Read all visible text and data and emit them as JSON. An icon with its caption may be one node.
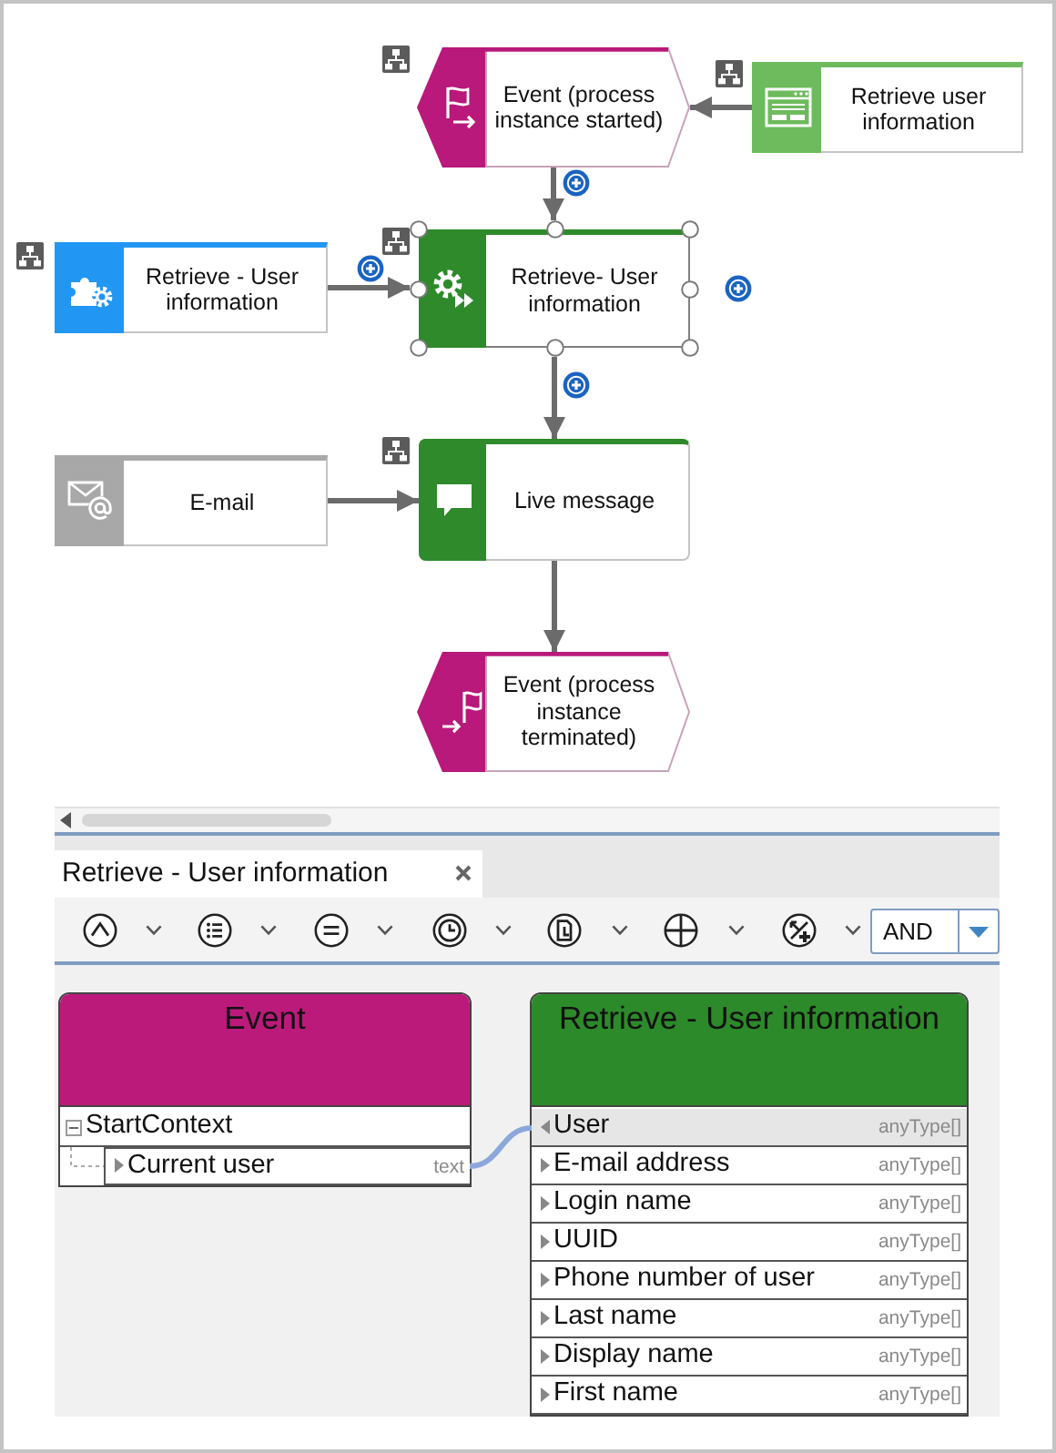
{
  "diagram": {
    "nodes": [
      {
        "text": [
          "Event (process instance started)"
        ]
      },
      {
        "text": [
          "Retrieve user information"
        ]
      },
      {
        "text": [
          "Retrieve - User information"
        ]
      },
      {
        "text": [
          "Retrieve- User information"
        ]
      },
      {
        "text": [
          "E-mail"
        ]
      },
      {
        "text": [
          "Live message"
        ]
      },
      {
        "text": [
          "Event (process instance terminated)"
        ]
      },
      {
        "text": [
          "Event"
        ]
      },
      {
        "text": [
          "StartContext"
        ],
        "in": 7
      },
      {
        "text": [
          "Current user",
          "text"
        ],
        "in": 7
      },
      {
        "text": [
          "Retrieve - User information"
        ]
      },
      {
        "text": [
          "User",
          "anyType[]"
        ],
        "in": 10
      },
      {
        "text": [
          "E-mail address",
          "anyType[]"
        ],
        "in": 10
      },
      {
        "text": [
          "Login name",
          "anyType[]"
        ],
        "in": 10
      },
      {
        "text": [
          "UUID",
          "anyType[]"
        ],
        "in": 10
      },
      {
        "text": [
          "Phone number of user",
          "anyType[]"
        ],
        "in": 10
      },
      {
        "text": [
          "Last name",
          "anyType[]"
        ],
        "in": 10
      },
      {
        "text": [
          "Display name",
          "anyType[]"
        ],
        "in": 10
      },
      {
        "text": [
          "First name",
          "anyType[]"
        ],
        "in": 10
      }
    ],
    "edges": [
      {
        "from": 1,
        "to": 0,
        "arrow": "to"
      },
      {
        "from": 0,
        "to": 3,
        "arrow": "to"
      },
      {
        "from": 2,
        "to": 3,
        "arrow": "to"
      },
      {
        "from": 3,
        "to": 5,
        "arrow": "to"
      },
      {
        "from": 4,
        "to": 5,
        "arrow": "to"
      },
      {
        "from": 5,
        "to": 6,
        "arrow": "to"
      },
      {
        "from": 9,
        "to": 11,
        "arrow": "none",
        "color": "#8ba7dc"
      },
      {
        "from": 8,
        "to": 9,
        "arrow": "none",
        "style": "dashed",
        "color": "#aaaaaa"
      }
    ],
    "labels": [
      "Retrieve - User information",
      "AND"
    ]
  }
}
